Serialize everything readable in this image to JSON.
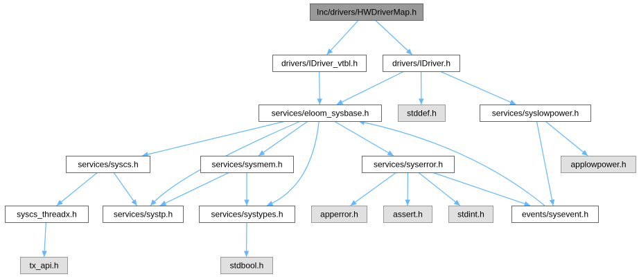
{
  "colors": {
    "edge": "#63b8ff",
    "root_fill": "#999999",
    "root_border": "#666666",
    "node_fill": "#ffffff",
    "node_border": "#666666",
    "system_fill": "#e0e0e0",
    "system_border": "#999999"
  },
  "nodes": [
    {
      "id": "root",
      "label": "Inc/drivers/HWDriverMap.h",
      "kind": "root"
    },
    {
      "id": "vtbl",
      "label": "drivers/IDriver_vtbl.h",
      "kind": "file"
    },
    {
      "id": "idriver",
      "label": "drivers/IDriver.h",
      "kind": "file"
    },
    {
      "id": "sysbase",
      "label": "services/eloom_sysbase.h",
      "kind": "file"
    },
    {
      "id": "stddef",
      "label": "stddef.h",
      "kind": "system"
    },
    {
      "id": "syslowpower",
      "label": "services/syslowpower.h",
      "kind": "file"
    },
    {
      "id": "applowpower",
      "label": "applowpower.h",
      "kind": "system"
    },
    {
      "id": "syscs",
      "label": "services/syscs.h",
      "kind": "file"
    },
    {
      "id": "sysmem",
      "label": "services/sysmem.h",
      "kind": "file"
    },
    {
      "id": "syserror",
      "label": "services/syserror.h",
      "kind": "file"
    },
    {
      "id": "threadx",
      "label": "syscs_threadx.h",
      "kind": "file"
    },
    {
      "id": "systp",
      "label": "services/systp.h",
      "kind": "file"
    },
    {
      "id": "systypes",
      "label": "services/systypes.h",
      "kind": "file"
    },
    {
      "id": "apperror",
      "label": "apperror.h",
      "kind": "system"
    },
    {
      "id": "assert",
      "label": "assert.h",
      "kind": "system"
    },
    {
      "id": "stdint",
      "label": "stdint.h",
      "kind": "system"
    },
    {
      "id": "sysevent",
      "label": "events/sysevent.h",
      "kind": "file"
    },
    {
      "id": "txapi",
      "label": "tx_api.h",
      "kind": "system"
    },
    {
      "id": "stdbool",
      "label": "stdbool.h",
      "kind": "system"
    }
  ],
  "edges": [
    [
      "root",
      "vtbl"
    ],
    [
      "root",
      "idriver"
    ],
    [
      "vtbl",
      "sysbase"
    ],
    [
      "idriver",
      "sysbase"
    ],
    [
      "idriver",
      "stddef"
    ],
    [
      "idriver",
      "syslowpower"
    ],
    [
      "syslowpower",
      "applowpower"
    ],
    [
      "syslowpower",
      "sysevent"
    ],
    [
      "sysbase",
      "syscs"
    ],
    [
      "sysbase",
      "systp"
    ],
    [
      "sysbase",
      "sysmem"
    ],
    [
      "sysbase",
      "systypes"
    ],
    [
      "sysbase",
      "syserror"
    ],
    [
      "syscs",
      "threadx"
    ],
    [
      "syscs",
      "systp"
    ],
    [
      "sysmem",
      "systp"
    ],
    [
      "sysmem",
      "systypes"
    ],
    [
      "syserror",
      "apperror"
    ],
    [
      "syserror",
      "assert"
    ],
    [
      "syserror",
      "stdint"
    ],
    [
      "syserror",
      "sysevent"
    ],
    [
      "sysevent",
      "sysbase"
    ],
    [
      "threadx",
      "txapi"
    ],
    [
      "systypes",
      "stdbool"
    ]
  ]
}
